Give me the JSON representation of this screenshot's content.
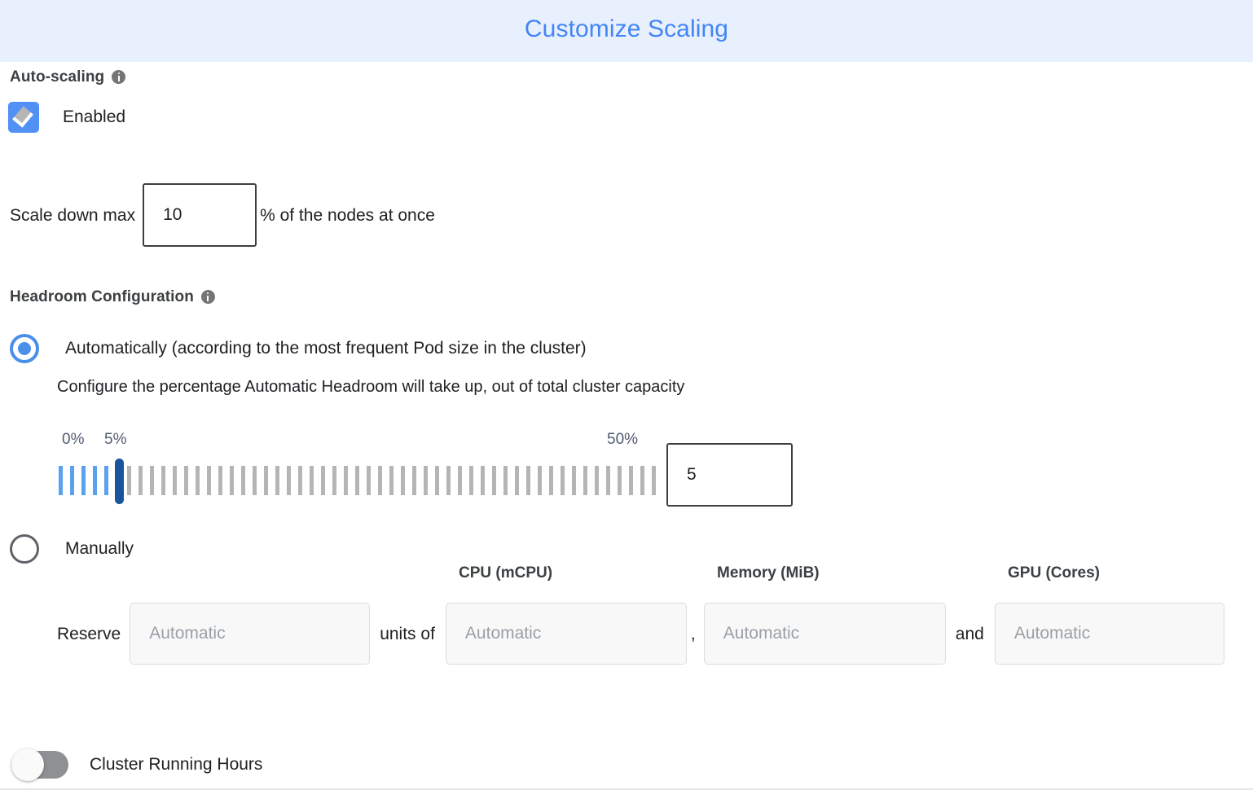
{
  "header": {
    "title": "Customize Scaling",
    "title_color": "#4285f4",
    "background_color": "#e8f0fe"
  },
  "autoscaling": {
    "section_label": "Auto-scaling",
    "info_icon": "info-icon",
    "enabled_checkbox": {
      "label": "Enabled",
      "checked": true,
      "color": "#5190f5"
    },
    "scale_down": {
      "prefix_label": "Scale down max",
      "value": "10",
      "suffix_label": "% of the nodes at once"
    }
  },
  "headroom": {
    "section_label": "Headroom Configuration",
    "info_icon": "info-icon",
    "option_auto": {
      "label": "Automatically (according to the most frequent Pod size in the cluster)",
      "selected": true,
      "description": "Configure the percentage Automatic Headroom will take up, out of total cluster capacity"
    },
    "slider": {
      "min_label": "0%",
      "current_label": "5%",
      "max_label": "50%",
      "min": 0,
      "max": 50,
      "value": 5,
      "tick_count": 53,
      "filled_color": "#5aa2f0",
      "empty_color": "#b5b5b5",
      "thumb_color": "#19549c",
      "value_box": "5"
    },
    "option_manual": {
      "label": "Manually",
      "selected": false,
      "reserve_label": "Reserve",
      "reserve_placeholder": "Automatic",
      "units_of_label": "units of",
      "cpu_header": "CPU (mCPU)",
      "cpu_placeholder": "Automatic",
      "comma_separator": ",",
      "memory_header": "Memory (MiB)",
      "memory_placeholder": "Automatic",
      "and_separator": "and",
      "gpu_header": "GPU (Cores)",
      "gpu_placeholder": "Automatic"
    }
  },
  "cluster_running_hours": {
    "label": "Cluster Running Hours",
    "enabled": false,
    "track_color": "#8e9094"
  }
}
